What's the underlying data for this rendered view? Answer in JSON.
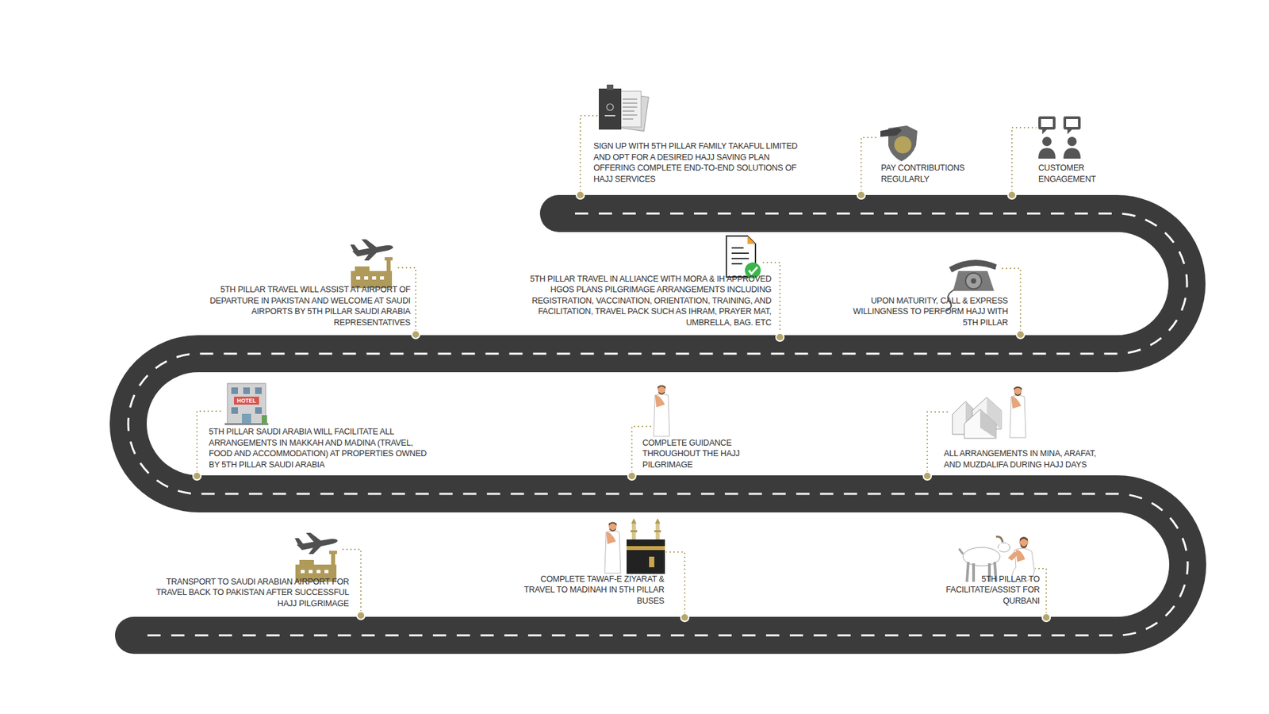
{
  "diagram": {
    "labels": [
      "SIGN UP WITH 5TH PILLAR FAMILY TAKAFUL LIMITED AND OPT FOR A DESIRED HAJJ SAVING PLAN OFFERING COMPLETE END-TO-END SOLUTIONS OF HAJJ SERVICES",
      "PAY CONTRIBUTIONS REGULARLY",
      "CUSTOMER ENGAGEMENT",
      "UPON MATURITY, CALL & EXPRESS WILLINGNESS TO PERFORM HAJJ WITH 5TH PILLAR",
      "5TH PILLAR TRAVEL IN ALLIANCE WITH MORA & IH APPROVED HGOS PLANS PILGRIMAGE ARRANGEMENTS INCLUDING REGISTRATION, VACCINATION, ORIENTATION, TRAINING, AND FACILITATION, TRAVEL PACK SUCH AS IHRAM, PRAYER MAT, UMBRELLA, BAG. ETC",
      "5TH PILLAR TRAVEL WILL ASSIST AT AIRPORT OF DEPARTURE IN PAKISTAN AND WELCOME AT SAUDI AIRPORTS BY 5TH PILLAR SAUDI ARABIA REPRESENTATIVES",
      "HOTEL",
      "5TH PILLAR SAUDI ARABIA WILL FACILITATE ALL ARRANGEMENTS IN MAKKAH AND MADINA (TRAVEL, FOOD AND ACCOMMODATION) AT PROPERTIES OWNED BY 5TH PILLAR SAUDI ARABIA",
      "COMPLETE GUIDANCE THROUGHOUT THE HAJJ PILGRIMAGE",
      "ALL ARRANGEMENTS IN MINA, ARAFAT, AND MUZDALIFA DURING HAJJ DAYS",
      "5TH PILLAR TO FACILITATE/ASSIST FOR QURBANI",
      "COMPLETE TAWAF-E ZIYARAT & TRAVEL TO MADINAH IN 5TH PILLAR BUSES",
      "TRANSPORT TO SAUDI ARABIAN AIRPORT FOR TRAVEL BACK TO PAKISTAN AFTER SUCCESSFUL HAJJ PILGRIMAGE"
    ]
  }
}
